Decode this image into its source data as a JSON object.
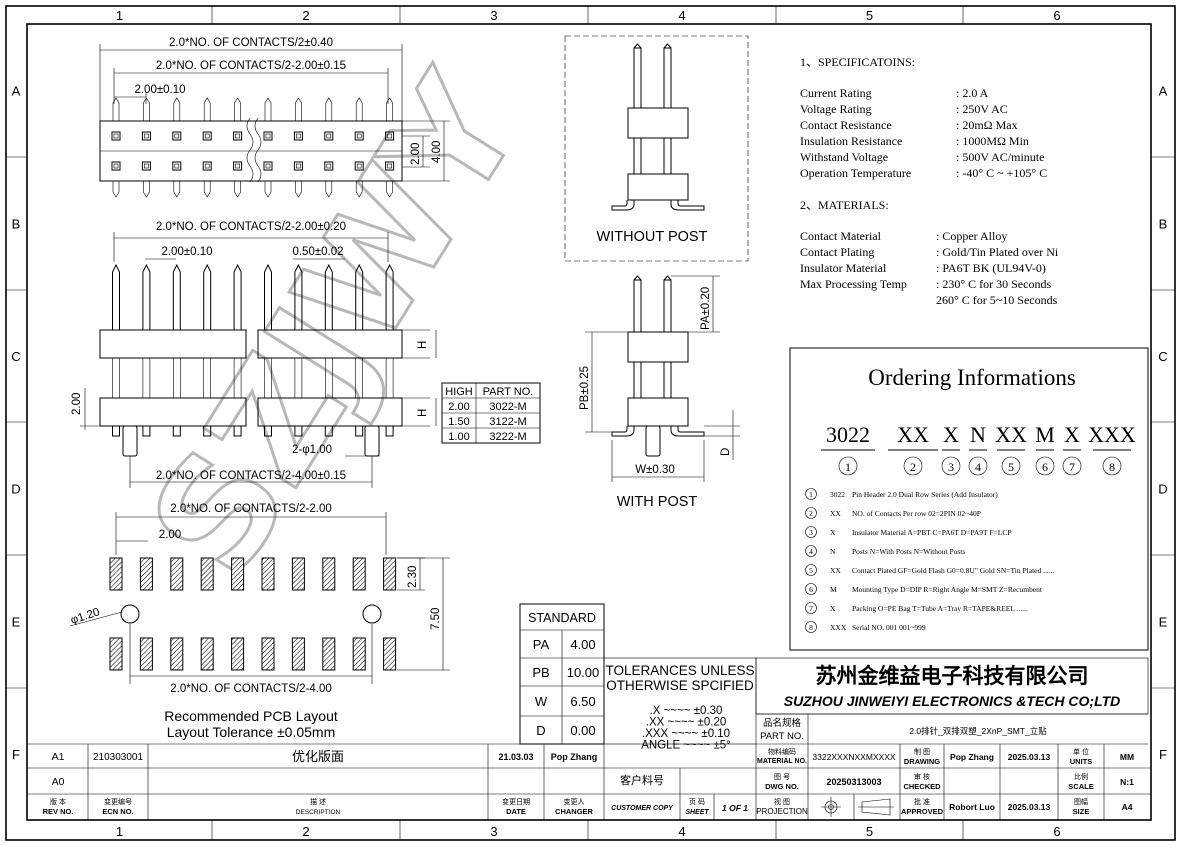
{
  "grid": {
    "cols": [
      "1",
      "2",
      "3",
      "4",
      "5",
      "6"
    ],
    "rows": [
      "A",
      "B",
      "C",
      "D",
      "E",
      "F"
    ]
  },
  "watermark": "SZJWY",
  "dims": {
    "top_overall": "2.0*NO. OF CONTACTS/2±0.40",
    "top_span": "2.0*NO. OF CONTACTS/2-2.00±0.15",
    "top_pitch": "2.00±0.10",
    "top_row_pitch": "2.00",
    "top_width": "4.00",
    "mid_span": "2.0*NO. OF CONTACTS/2-2.00±0.20",
    "mid_pitch": "2.00±0.10",
    "mid_pin": "0.50±0.02",
    "mid_h1": "H",
    "mid_h2": "H",
    "mid_left": "2.00",
    "post_dia": "2-φ1.00",
    "mid_bottom": "2.0*NO. OF CONTACTS/2-4.00±0.15",
    "pcb_span": "2.0*NO. OF CONTACTS/2-2.00",
    "pcb_pitch": "2.00",
    "pcb_pad": "2.30",
    "pcb_height": "7.50",
    "pcb_hole": "φ1.20",
    "pcb_bottom": "2.0*NO. OF CONTACTS/2-4.00",
    "pa": "PA±0.20",
    "pb": "PB±0.25",
    "w": "W±0.30",
    "d": "D"
  },
  "pcb_caption": [
    "Recommended PCB Layout",
    "Layout Tolerance ±0.05mm"
  ],
  "views": {
    "without_post": "WITHOUT   POST",
    "with_post": "WITH   POST"
  },
  "high_table": {
    "headers": [
      "HIGH",
      "PART NO."
    ],
    "rows": [
      [
        "2.00",
        "3022-M"
      ],
      [
        "1.50",
        "3122-M"
      ],
      [
        "1.00",
        "3222-M"
      ]
    ]
  },
  "spec": {
    "h1": "1、SPECIFICATOINS:",
    "lines": [
      [
        "Current  Rating",
        ": 2.0 A"
      ],
      [
        "Voltage  Rating",
        ": 250V AC"
      ],
      [
        "Contact   Resistance",
        ": 20mΩ  Max"
      ],
      [
        "Insulation Resistance",
        ": 1000MΩ Min"
      ],
      [
        "Withstand   Voltage",
        ": 500V AC/minute"
      ],
      [
        "Operation  Temperature",
        ": -40° C ~ +105° C"
      ]
    ],
    "h2": "2、MATERIALS:",
    "mat": [
      [
        "Contact  Material",
        ": Copper Alloy"
      ],
      [
        "Contact  Plating",
        ": Gold/Tin Plated over Ni"
      ],
      [
        "Insulator Material",
        ": PA6T  BK (UL94V-0)"
      ],
      [
        "Max Processing Temp",
        ": 230° C for 30 Seconds"
      ],
      [
        "",
        "  260° C for 5~10 Seconds"
      ]
    ]
  },
  "ordering": {
    "title": "Ordering Informations",
    "code": [
      "3022",
      "XX",
      "X",
      "N",
      "XX",
      "M",
      "X",
      "XXX"
    ],
    "nums": [
      "1",
      "2",
      "3",
      "4",
      "5",
      "6",
      "7",
      "8"
    ],
    "items": [
      [
        "1",
        "3022",
        "Pin  Header 2.0  Dual Row Series  (Add Insulator)"
      ],
      [
        "2",
        "XX",
        "NO. of Contacts  Per   row     02=2PIN  02~40P"
      ],
      [
        "3",
        "X",
        "Insulator Material                    A=PBT C=PA6T  D=PA9T  F=LCP"
      ],
      [
        "4",
        "N",
        "Posts                       N=With Posts   N=Without Posts"
      ],
      [
        "5",
        "XX",
        "Contact Plated        GF=Gold Flash  G0=0.8U\" Gold   SN=Tin Plated ......"
      ],
      [
        "6",
        "M",
        "Mounting Type        D=DIP   R=Right Angle  M=SMT  Z=Recumbent"
      ],
      [
        "7",
        "X",
        "Packing                 O=PE Bag  T=Tube  A=Tray  R=TAPE&REEL ......"
      ],
      [
        "8",
        "XXX",
        "Serial NO.            001    001~999"
      ]
    ]
  },
  "standard": {
    "title": "STANDARD",
    "rows": [
      [
        "PA",
        "4.00"
      ],
      [
        "PB",
        "10.00"
      ],
      [
        "W",
        "6.50"
      ],
      [
        "D",
        "0.00"
      ]
    ]
  },
  "tolerances": {
    "title1": "TOLERANCES  UNLESS",
    "title2": "OTHERWISE  SPCIFIED",
    "lines": [
      ".X  ~~~~  ±0.30",
      ".XX  ~~~~  ±0.20",
      ".XXX  ~~~~  ±0.10",
      "ANGLE  ~~~~  ±5°"
    ]
  },
  "company": {
    "cn": "苏州金维益电子科技有限公司",
    "en": "SUZHOU JINWEIYI ELECTRONICS &TECH CO;LTD"
  },
  "title_block": {
    "part_label_cn": "品名规格",
    "part_label_en": "PART  NO.",
    "part_value": "2.0排针_双排双塑_2XnP_SMT_立贴",
    "material_label_cn": "物料编码",
    "material_label_en": "MATERIAL  NO.",
    "material_value": "3322XXXNXXMXXXX",
    "drawing_label_cn": "制 图",
    "drawing_label_en": "DRAWING",
    "drawing_value": "Pop  Zhang",
    "drawing_date": "2025.03.13",
    "units_label_cn": "单 位",
    "units_label_en": "UNITS",
    "units_value": "MM",
    "customer_label": "客户料号",
    "dwg_label_cn": "图 号",
    "dwg_label_en": "DWG  NO.",
    "dwg_value": "20250313003",
    "checked_label_cn": "审 核",
    "checked_label_en": "CHECKED",
    "scale_label_cn": "比例",
    "scale_label_en": "SCALE",
    "scale_value": "N:1",
    "customer_copy": "CUSTOMER  COPY",
    "sheet_label_cn": "页 码",
    "sheet_label_en": "SHEET",
    "sheet_value": "1 OF 1",
    "projection_label_cn": "视 图",
    "projection_label_en": "PROJECTION",
    "approved_label_cn": "批 准",
    "approved_label_en": "APPROVED",
    "approved_value": "Robort  Luo",
    "approved_date": "2025.03.13",
    "size_label_cn": "图幅",
    "size_label_en": "SIZE",
    "size_value": "A4"
  },
  "revisions": {
    "rows": [
      [
        "A1",
        "210303001",
        "优化版面",
        "21.03.03",
        "Pop  Zhang"
      ],
      [
        "A0",
        "",
        "",
        "",
        ""
      ]
    ],
    "headers_cn": [
      "版 本",
      "变更编号",
      "描 述",
      "变更日期",
      "变更人"
    ],
    "headers_en": [
      "REV NO.",
      "ECN   NO.",
      "DESCRIPTION",
      "DATE",
      "CHANGER"
    ]
  }
}
